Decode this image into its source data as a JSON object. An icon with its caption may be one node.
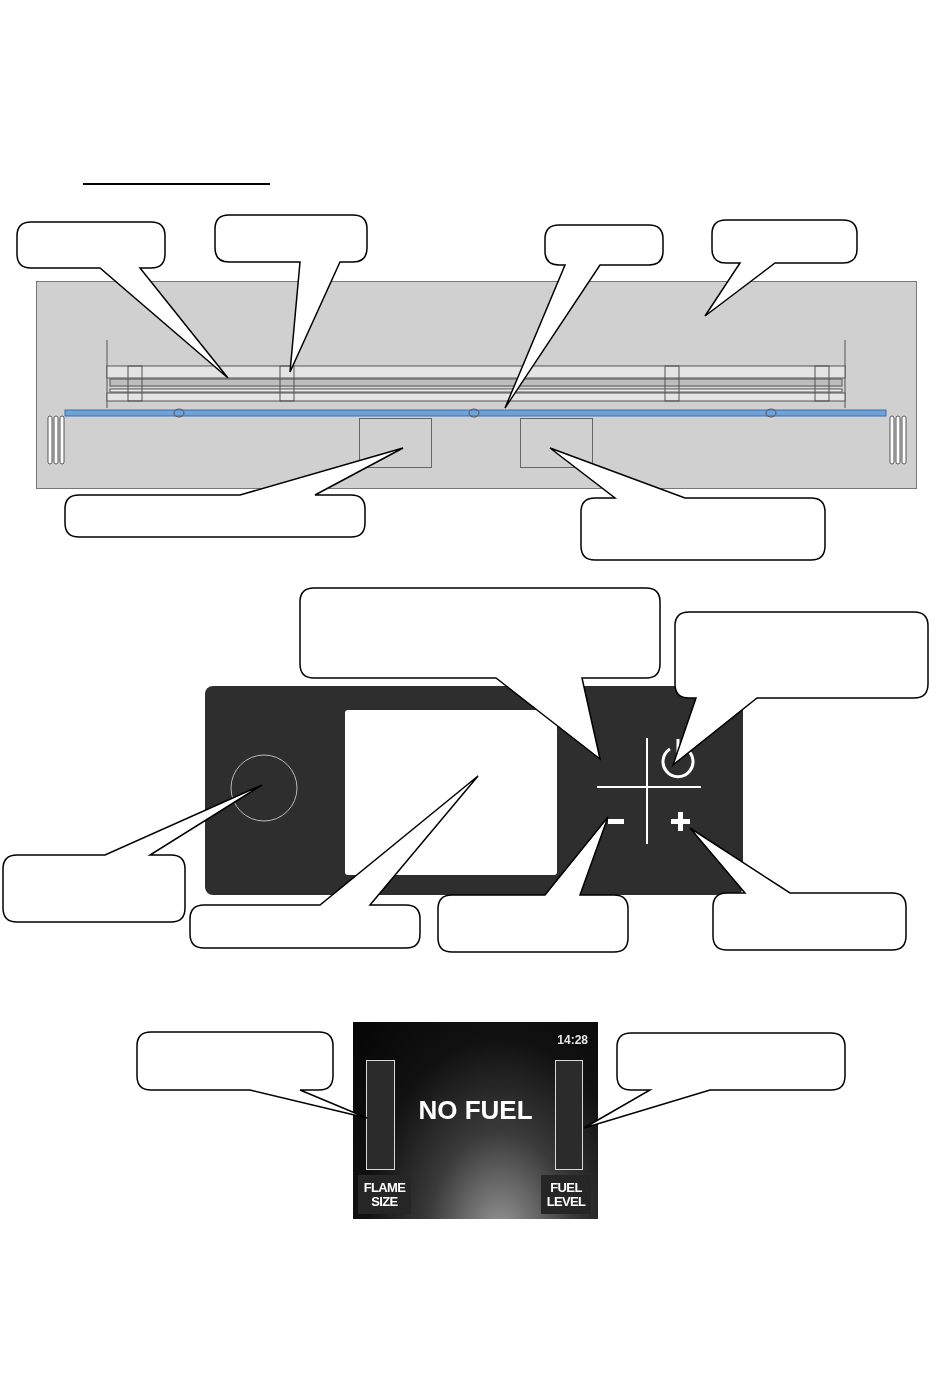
{
  "diagram": {
    "nodes": [
      {
        "text": [],
        "shape": "callout"
      },
      {
        "text": [],
        "shape": "callout"
      },
      {
        "text": [],
        "shape": "callout"
      },
      {
        "text": [],
        "shape": "callout"
      },
      {
        "text": [],
        "shape": "callout"
      },
      {
        "text": [],
        "shape": "callout"
      },
      {
        "text": [],
        "shape": "callout"
      },
      {
        "text": [],
        "shape": "callout"
      },
      {
        "text": [],
        "shape": "callout"
      },
      {
        "text": [],
        "shape": "callout"
      },
      {
        "text": [],
        "shape": "callout"
      },
      {
        "text": [],
        "shape": "callout"
      },
      {
        "text": [],
        "shape": "callout"
      },
      {
        "text": [],
        "shape": "callout"
      },
      {
        "text": [
          "14:28",
          "NO FUEL"
        ]
      },
      {
        "text": [],
        "shape": "bar",
        "in": 14
      },
      {
        "text": [],
        "shape": "bar",
        "in": 14
      },
      {
        "text": [
          "FLAME SIZE"
        ],
        "in": 14
      },
      {
        "text": [
          "FUEL LEVEL"
        ],
        "in": 14
      }
    ]
  }
}
